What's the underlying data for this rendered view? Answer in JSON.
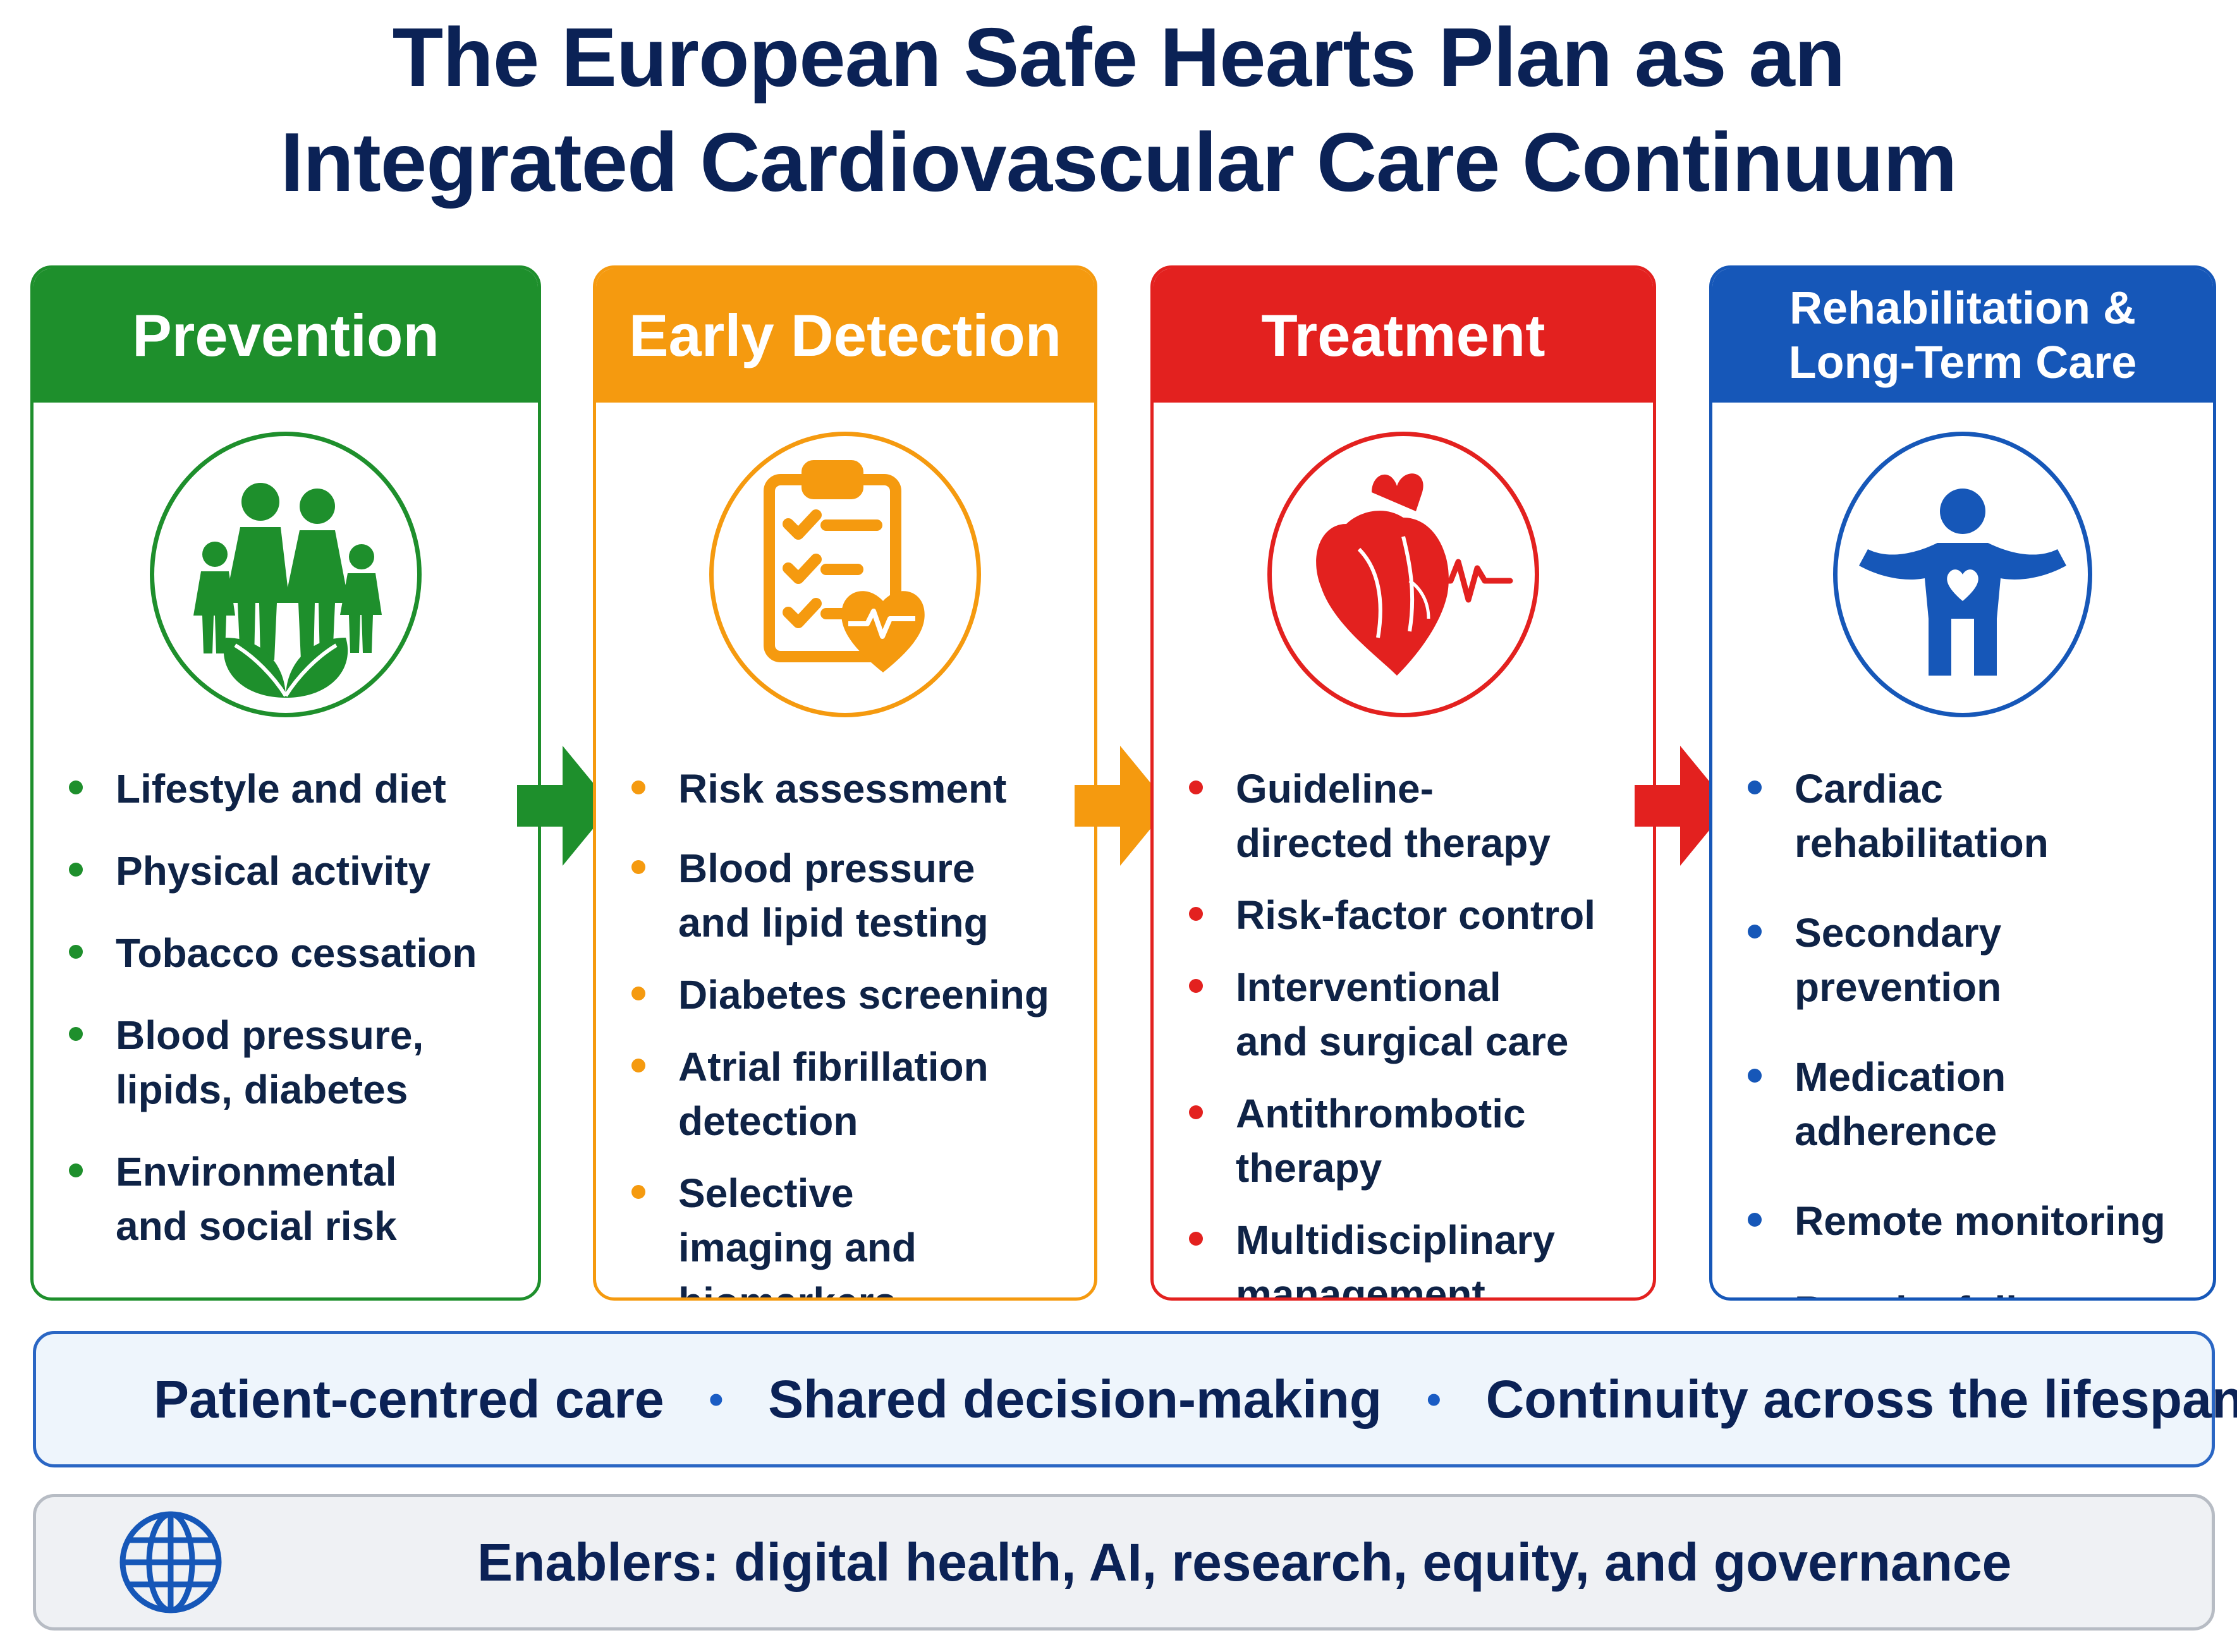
{
  "title": {
    "line1": "The European Safe Hearts Plan as an",
    "line2": "Integrated Cardiovascular Care Continuum"
  },
  "stages": [
    {
      "heading": "Prevention",
      "color": "#1e8f2c",
      "icon": "family-leaf-icon",
      "items": [
        "Lifestyle and diet",
        "Physical activity",
        "Tobacco cessation",
        "Blood pressure, lipids, diabetes",
        "Environmental and social risk"
      ]
    },
    {
      "heading": "Early Detection",
      "color": "#f59a0f",
      "icon": "clipboard-heart-icon",
      "items": [
        "Risk assessment",
        "Blood pressure and lipid testing",
        "Diabetes screening",
        "Atrial fibrillation detection",
        "Selective imaging and biomarkers"
      ]
    },
    {
      "heading": "Treatment",
      "color": "#e3211f",
      "icon": "heart-ecg-icon",
      "items": [
        "Guideline-directed therapy",
        "Risk-factor control",
        "Interventional and surgical care",
        "Antithrombotic therapy",
        "Multidisciplinary management"
      ]
    },
    {
      "heading_line1": "Rehabilitation &",
      "heading_line2": "Long-Term Care",
      "color": "#1657b8",
      "icon": "person-heart-icon",
      "items": [
        "Cardiac rehabilitation",
        "Secondary prevention",
        "Medication adherence",
        "Remote monitoring",
        "Regular follow-up"
      ]
    }
  ],
  "principles": {
    "icon": "hands-people-icon",
    "items": [
      "Patient-centred care",
      "Shared decision-making",
      "Continuity across the lifespan"
    ],
    "separator": "•"
  },
  "enablers": {
    "icon": "globe-icon",
    "text": "Enablers: digital health, AI, research, equity, and governance"
  }
}
